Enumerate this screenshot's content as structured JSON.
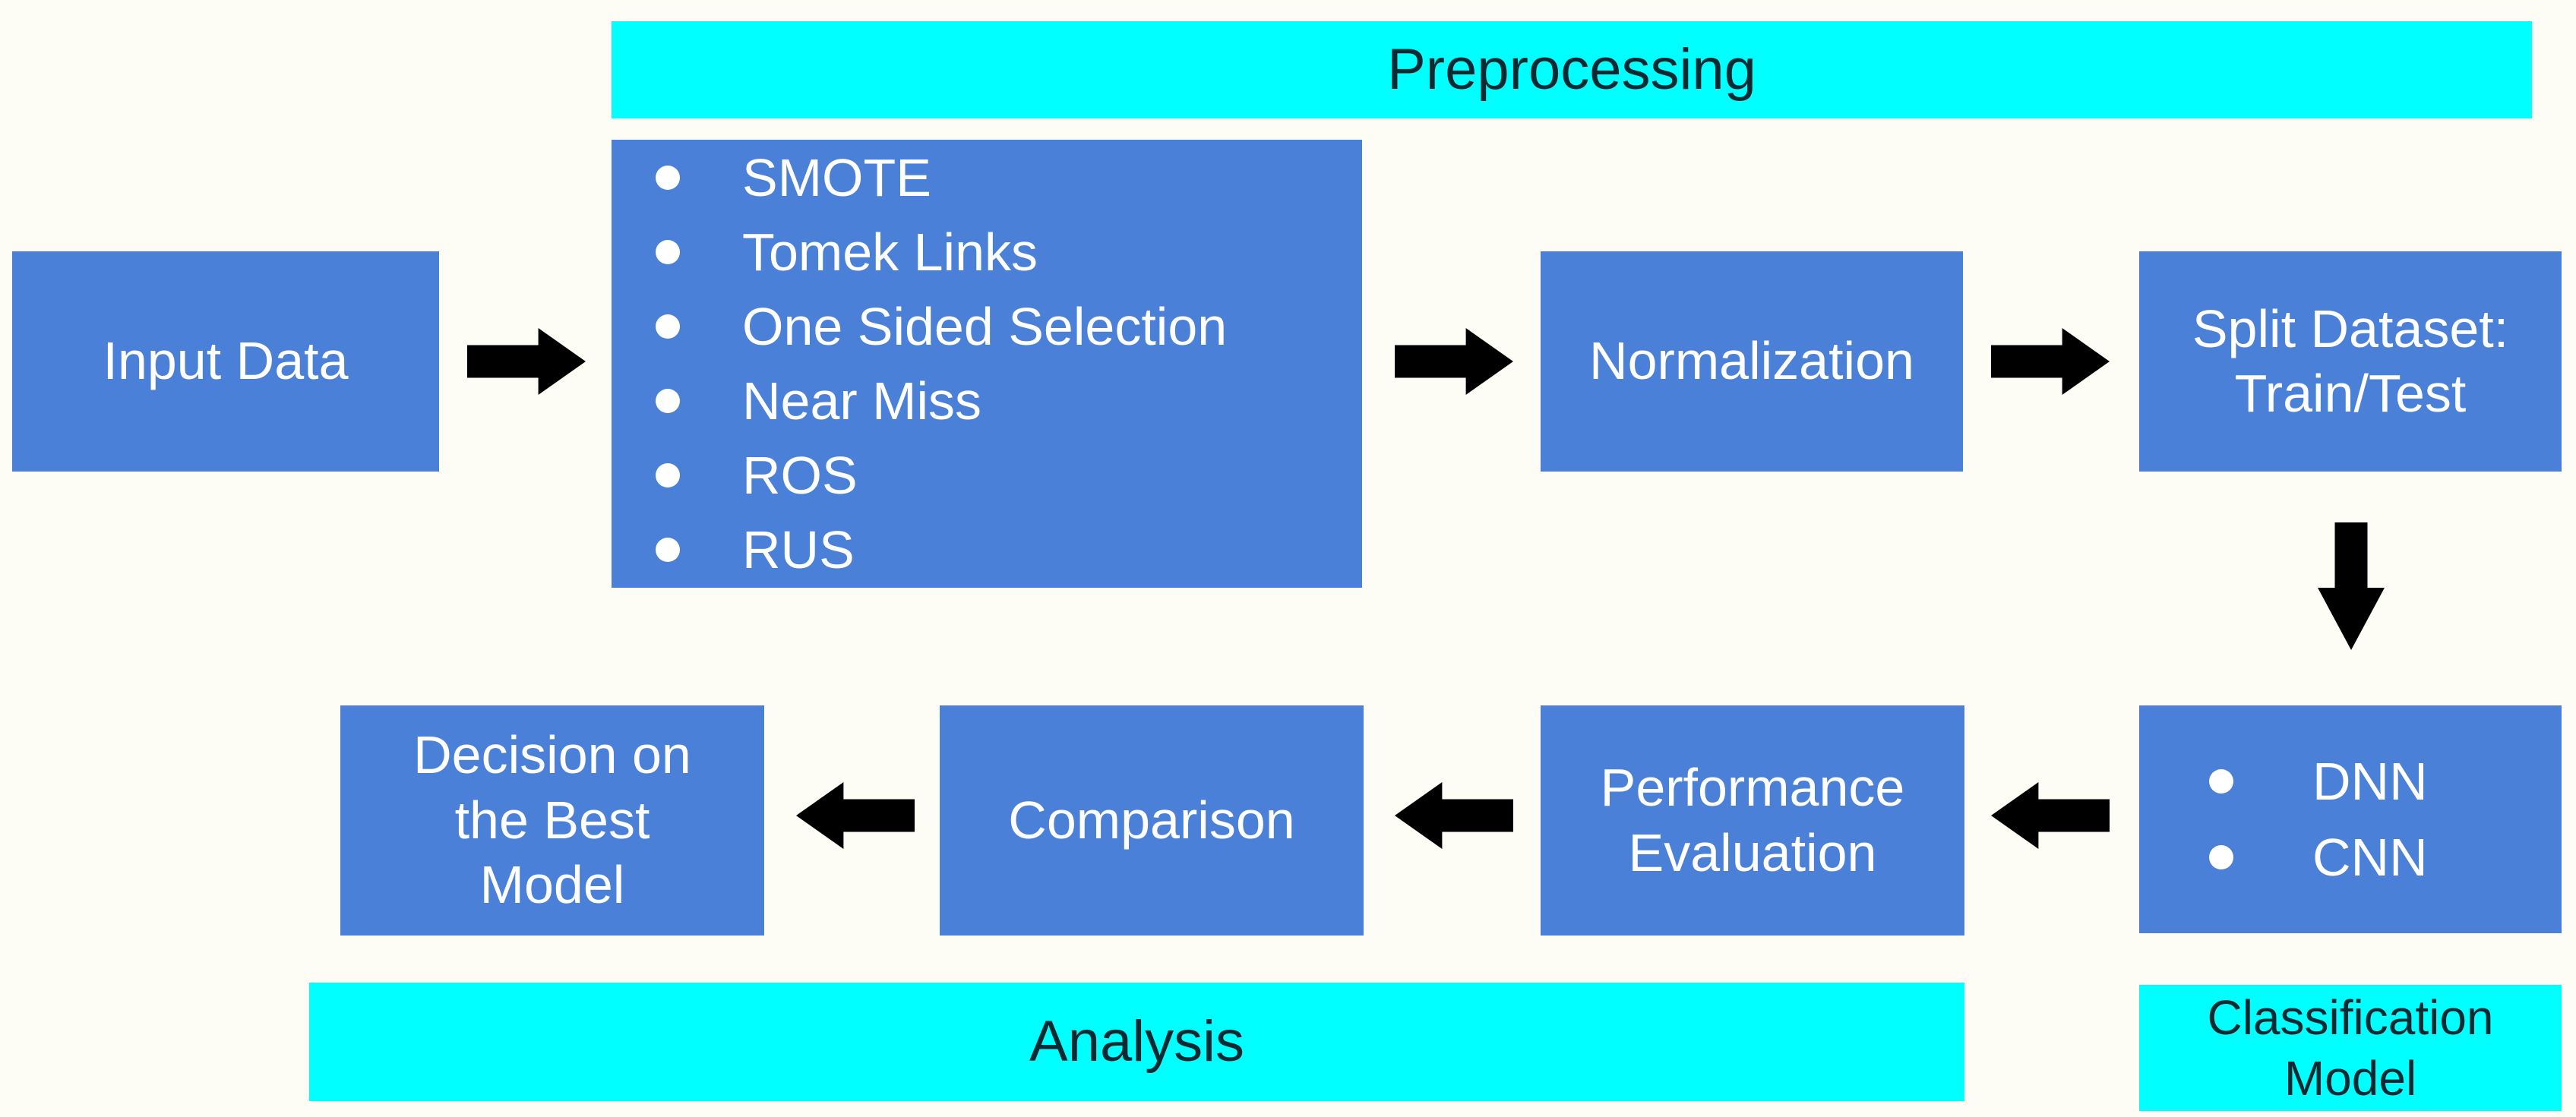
{
  "colors": {
    "background": "#fdfdf6",
    "box_blue": "#4a80d8",
    "banner_cyan": "#00ffff",
    "box_text": "#ffffff",
    "banner_text": "#0d2a33",
    "arrow_black": "#000000"
  },
  "banners": {
    "preprocessing": {
      "label": "Preprocessing"
    },
    "analysis": {
      "label": "Analysis"
    },
    "classification": {
      "lines": [
        "Classification",
        "Model"
      ]
    }
  },
  "nodes": {
    "input": {
      "label": "Input Data"
    },
    "methods": {
      "items": [
        "SMOTE",
        "Tomek Links",
        "One Sided Selection",
        "Near Miss",
        "ROS",
        "RUS"
      ]
    },
    "normalization": {
      "label": "Normalization"
    },
    "split": {
      "lines": [
        "Split Dataset:",
        "Train/Test"
      ]
    },
    "models": {
      "items": [
        "DNN",
        "CNN"
      ]
    },
    "performance": {
      "lines": [
        "Performance",
        "Evaluation"
      ]
    },
    "comparison": {
      "label": "Comparison"
    },
    "decision": {
      "lines": [
        "Decision on",
        "the Best",
        "Model"
      ]
    }
  }
}
